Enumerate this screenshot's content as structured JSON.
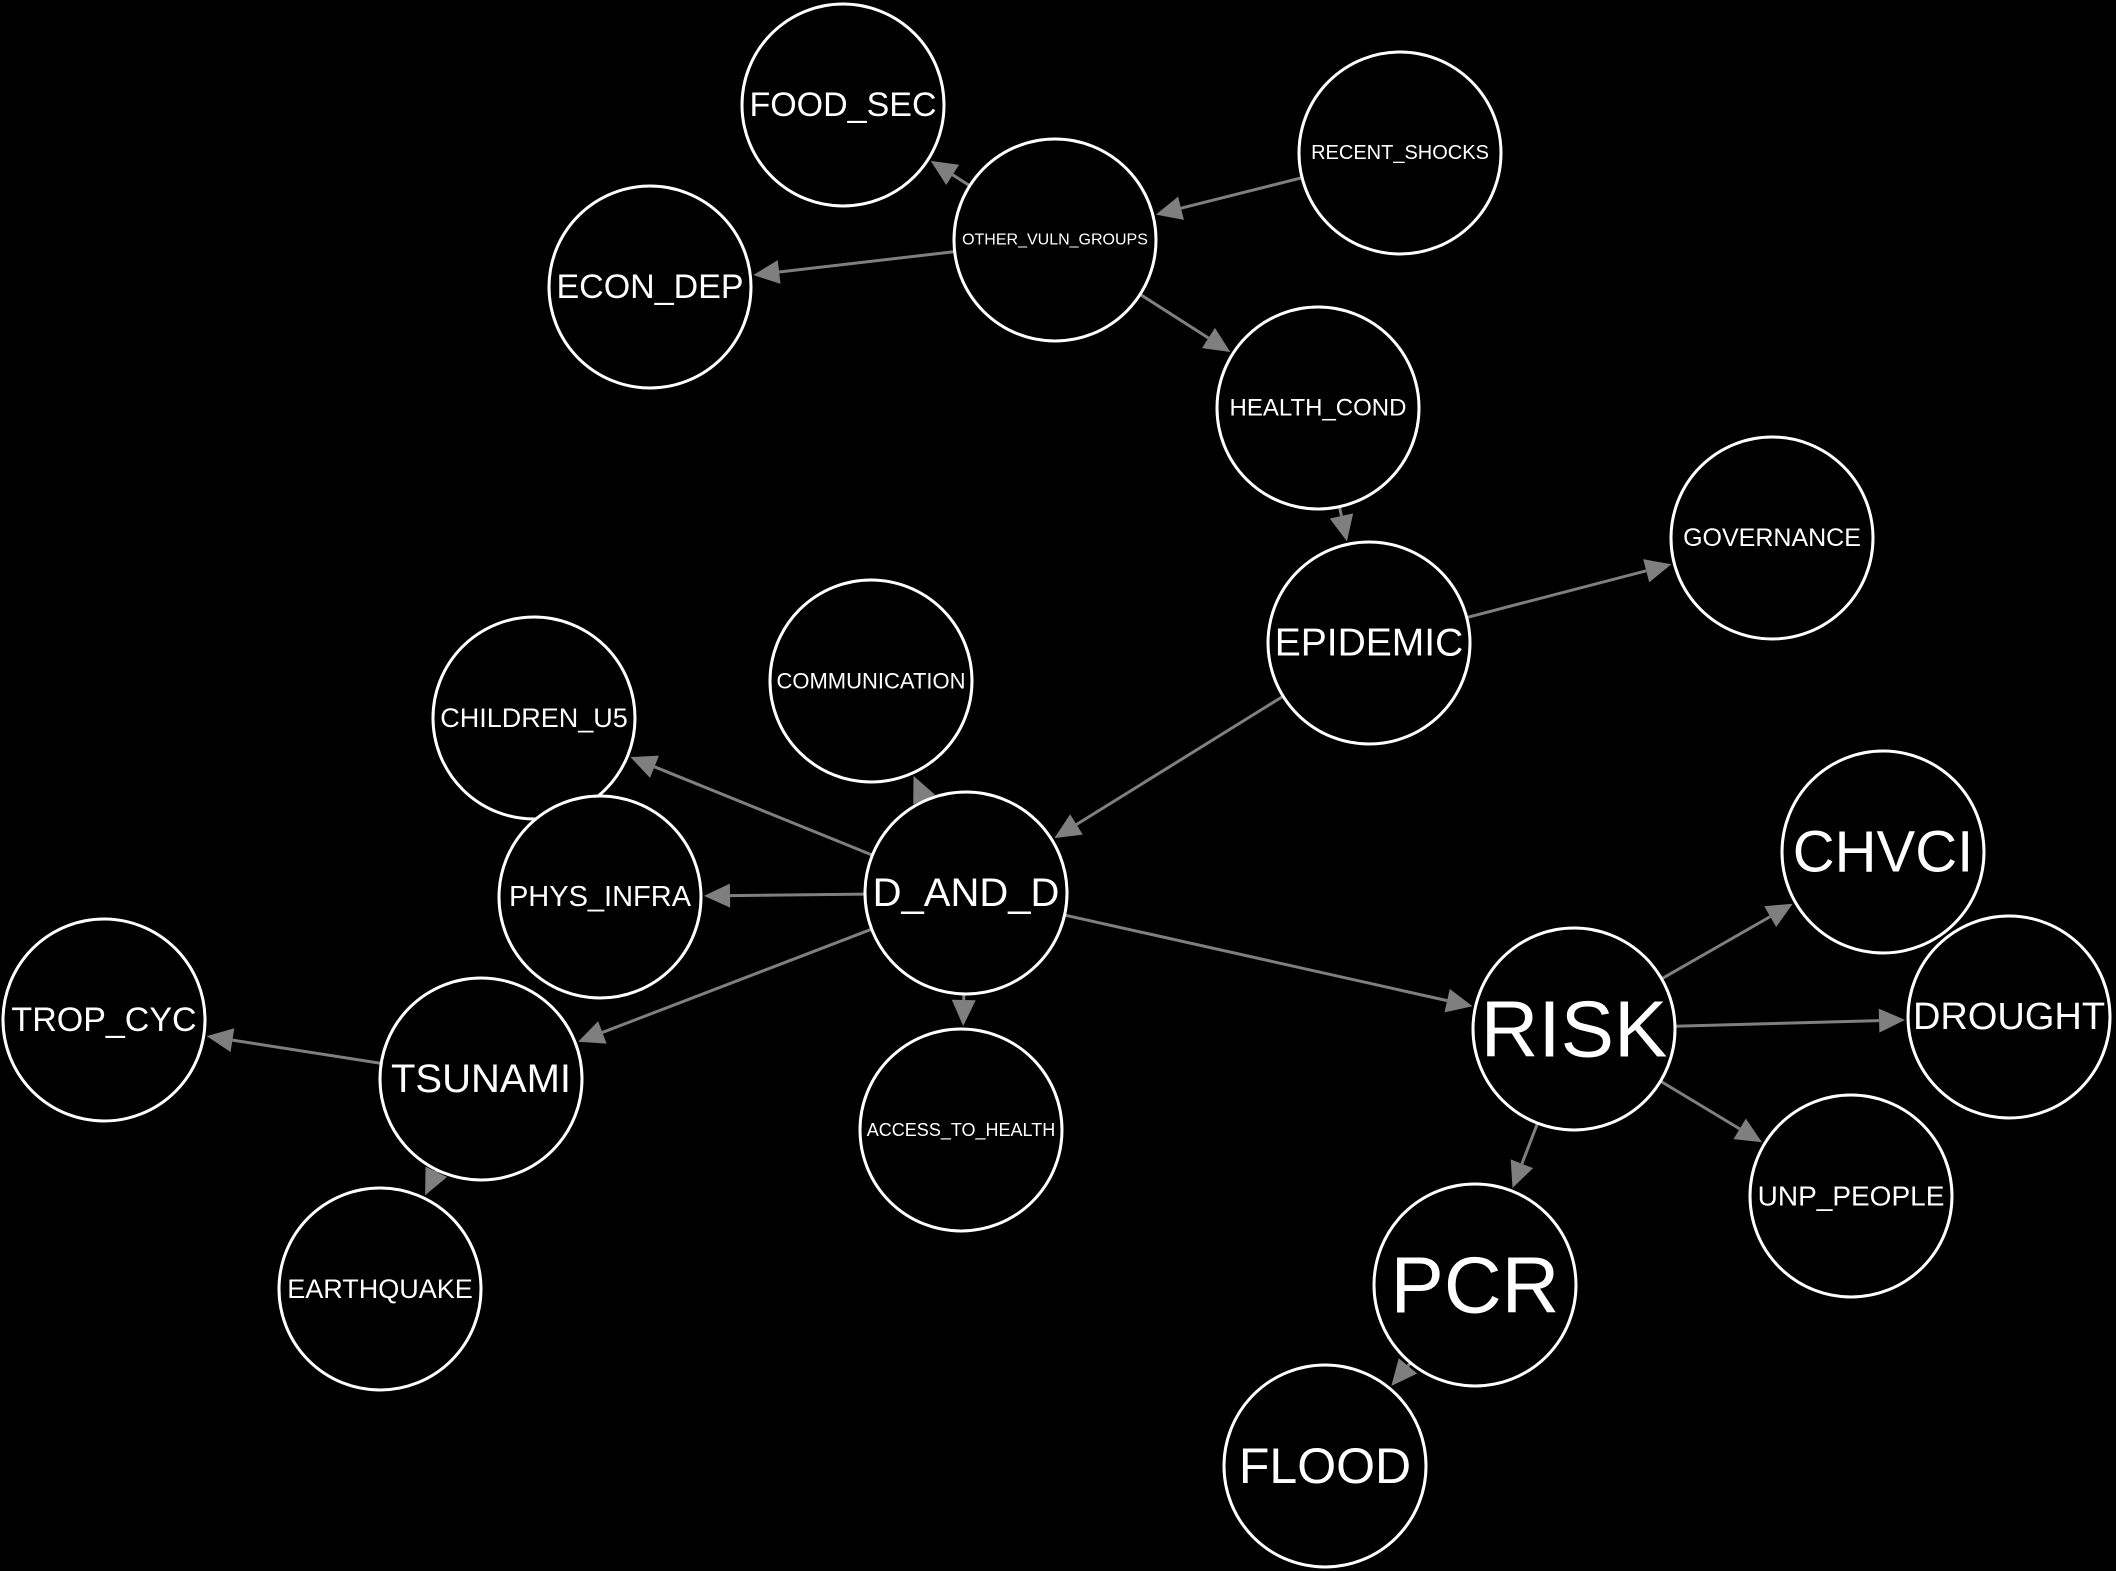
{
  "graph": {
    "colors": {
      "background": "#000000",
      "node_fill": "#000000",
      "node_stroke": "#ffffff",
      "label": "#ffffff",
      "edge": "#7f7f7f"
    },
    "nodes": {
      "FOOD_SEC": {
        "label": "FOOD_SEC"
      },
      "RECENT_SHOCKS": {
        "label": "RECENT_SHOCKS"
      },
      "OTHER_VULN_GROUPS": {
        "label": "OTHER_VULN_GROUPS"
      },
      "ECON_DEP": {
        "label": "ECON_DEP"
      },
      "HEALTH_COND": {
        "label": "HEALTH_COND"
      },
      "GOVERNANCE": {
        "label": "GOVERNANCE"
      },
      "EPIDEMIC": {
        "label": "EPIDEMIC"
      },
      "COMMUNICATION": {
        "label": "COMMUNICATION"
      },
      "CHILDREN_U5": {
        "label": "CHILDREN_U5"
      },
      "PHYS_INFRA": {
        "label": "PHYS_INFRA"
      },
      "D_AND_D": {
        "label": "D_AND_D"
      },
      "CHVCI": {
        "label": "CHVCI"
      },
      "RISK": {
        "label": "RISK"
      },
      "DROUGHT": {
        "label": "DROUGHT"
      },
      "TROP_CYC": {
        "label": "TROP_CYC"
      },
      "TSUNAMI": {
        "label": "TSUNAMI"
      },
      "ACCESS_TO_HEALTH": {
        "label": "ACCESS_TO_HEALTH"
      },
      "UNP_PEOPLE": {
        "label": "UNP_PEOPLE"
      },
      "EARTHQUAKE": {
        "label": "EARTHQUAKE"
      },
      "PCR": {
        "label": "PCR"
      },
      "FLOOD": {
        "label": "FLOOD"
      }
    },
    "edges": [
      {
        "from": "RECENT_SHOCKS",
        "to": "OTHER_VULN_GROUPS"
      },
      {
        "from": "OTHER_VULN_GROUPS",
        "to": "FOOD_SEC"
      },
      {
        "from": "OTHER_VULN_GROUPS",
        "to": "ECON_DEP"
      },
      {
        "from": "OTHER_VULN_GROUPS",
        "to": "HEALTH_COND"
      },
      {
        "from": "HEALTH_COND",
        "to": "EPIDEMIC"
      },
      {
        "from": "EPIDEMIC",
        "to": "GOVERNANCE"
      },
      {
        "from": "EPIDEMIC",
        "to": "D_AND_D"
      },
      {
        "from": "D_AND_D",
        "to": "COMMUNICATION"
      },
      {
        "from": "D_AND_D",
        "to": "CHILDREN_U5"
      },
      {
        "from": "D_AND_D",
        "to": "PHYS_INFRA"
      },
      {
        "from": "D_AND_D",
        "to": "TSUNAMI"
      },
      {
        "from": "D_AND_D",
        "to": "ACCESS_TO_HEALTH"
      },
      {
        "from": "D_AND_D",
        "to": "RISK"
      },
      {
        "from": "TSUNAMI",
        "to": "TROP_CYC"
      },
      {
        "from": "TSUNAMI",
        "to": "EARTHQUAKE"
      },
      {
        "from": "RISK",
        "to": "CHVCI"
      },
      {
        "from": "RISK",
        "to": "DROUGHT"
      },
      {
        "from": "RISK",
        "to": "UNP_PEOPLE"
      },
      {
        "from": "RISK",
        "to": "PCR"
      },
      {
        "from": "PCR",
        "to": "FLOOD"
      }
    ]
  }
}
